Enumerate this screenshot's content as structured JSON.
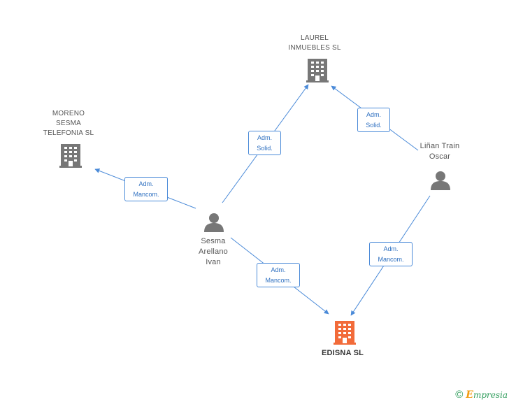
{
  "nodes": {
    "laurel": {
      "label_lines": [
        "LAUREL",
        "INMUEBLES SL"
      ]
    },
    "moreno": {
      "label_lines": [
        "MORENO",
        "SESMA",
        "TELEFONIA SL"
      ]
    },
    "edisna": {
      "label": "EDISNA SL"
    },
    "linan": {
      "label_lines": [
        "Liñan Train",
        "Oscar"
      ]
    },
    "sesma": {
      "label_lines": [
        "Sesma",
        "Arellano",
        "Ivan"
      ]
    }
  },
  "edges": [
    {
      "id": "sesma-moreno",
      "lines": [
        "Adm.",
        "Mancom."
      ]
    },
    {
      "id": "sesma-laurel",
      "lines": [
        "Adm.",
        "Solid."
      ]
    },
    {
      "id": "linan-laurel",
      "lines": [
        "Adm.",
        "Solid."
      ]
    },
    {
      "id": "sesma-edisna",
      "lines": [
        "Adm.",
        "Mancom."
      ]
    },
    {
      "id": "linan-edisna",
      "lines": [
        "Adm.",
        "Mancom."
      ]
    }
  ],
  "colors": {
    "edge": "#4a8ad8",
    "company_icon": "#777777",
    "focus_icon": "#f26b3a",
    "person_icon": "#777777"
  },
  "footer": {
    "copyright": "©",
    "brand_initial": "E",
    "brand_rest": "mpresia"
  }
}
